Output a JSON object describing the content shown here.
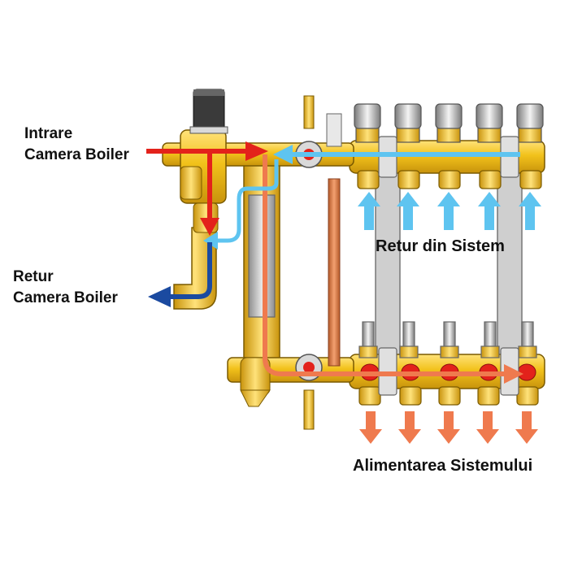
{
  "labels": {
    "intrare_line1": "Intrare",
    "intrare_line2": "Camera Boiler",
    "retur_boiler_line1": "Retur",
    "retur_boiler_line2": "Camera Boiler",
    "retur_sistem": "Retur din Sistem",
    "alimentare": "Alimentarea Sistemului"
  },
  "colors": {
    "brass": "#f2c21b",
    "brass_dark": "#b8860b",
    "supply_red": "#e3221b",
    "hot_orange": "#ef7a4e",
    "return_light_blue": "#5ec4f0",
    "return_dark_blue": "#1b4aa0",
    "steel": "#bdbdbd"
  }
}
